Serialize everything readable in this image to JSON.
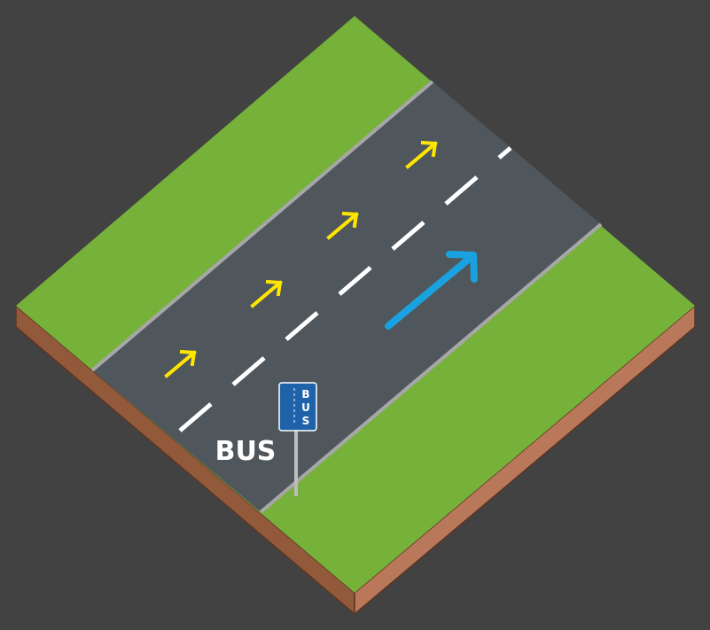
{
  "scene": {
    "road_marking_text": "BUS",
    "sign_letters": [
      "B",
      "U",
      "S"
    ]
  },
  "colors": {
    "background": "#424242",
    "grass": "#76b13a",
    "soil_left": "#925a3b",
    "soil_right": "#b9785a",
    "soil_edge": "#5c3524",
    "asphalt": "#4f575d",
    "curb": "#a7a7a7",
    "lane_dash": "#ffffff",
    "lane_arrow": "#ffe600",
    "bus_arrow": "#1aa1e0",
    "sign_panel": "#1e63a9",
    "sign_pole": "#bdbdbd",
    "label_text": "#ffffff"
  },
  "icons": [
    "lane-arrow-icon",
    "bus-lane-arrow-icon",
    "bus-sign-icon"
  ]
}
